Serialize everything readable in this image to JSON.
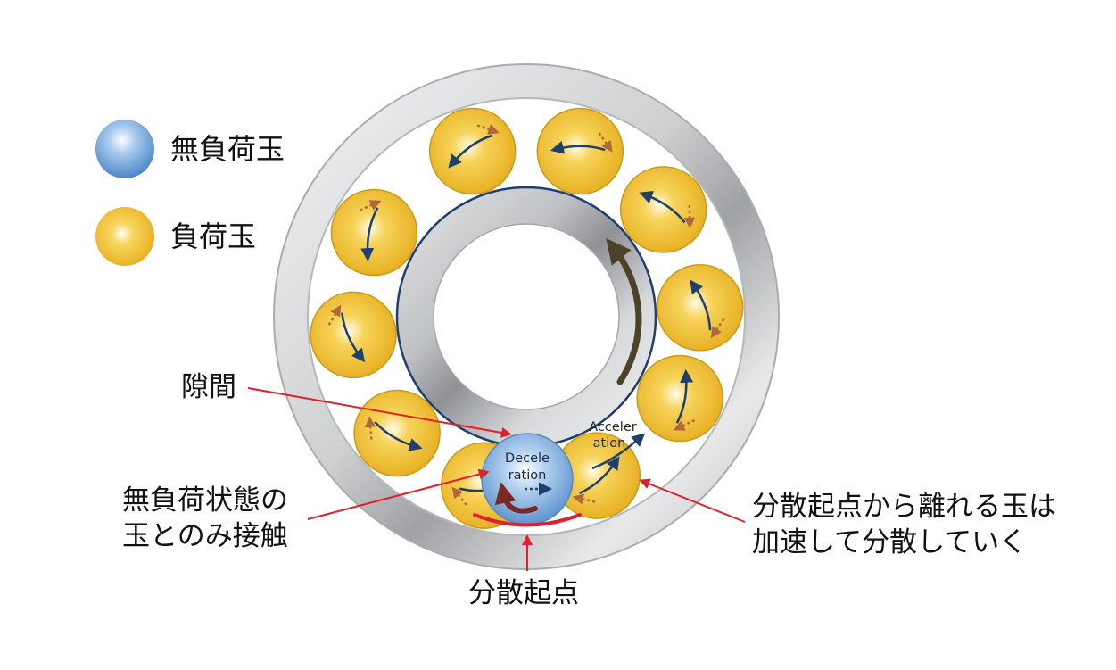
{
  "legend": {
    "unloaded": {
      "label": "無負荷玉",
      "color": "#8fb9e3"
    },
    "loaded": {
      "label": "負荷玉",
      "color": "#f2c33a"
    }
  },
  "labels": {
    "gap": "隙間",
    "unloaded_contact": "無負荷状態の\n玉とのみ接触",
    "dispersion_origin": "分散起点",
    "leaving_balls": "分散起点から離れる玉は\n加速して分散していく"
  },
  "ball_text": {
    "deceleration": [
      "Decele",
      "ration"
    ],
    "acceleration": [
      "Acceler",
      "ation"
    ]
  },
  "colors": {
    "callout_line": "#e0202c",
    "motion_arrow": "#1f3f6e",
    "slip_arrow": "#b0683a",
    "rotation_arrow": "#4a4328",
    "inner_ring_edge": "#1f3f6e",
    "ring_metal": "#c8c9cb"
  }
}
